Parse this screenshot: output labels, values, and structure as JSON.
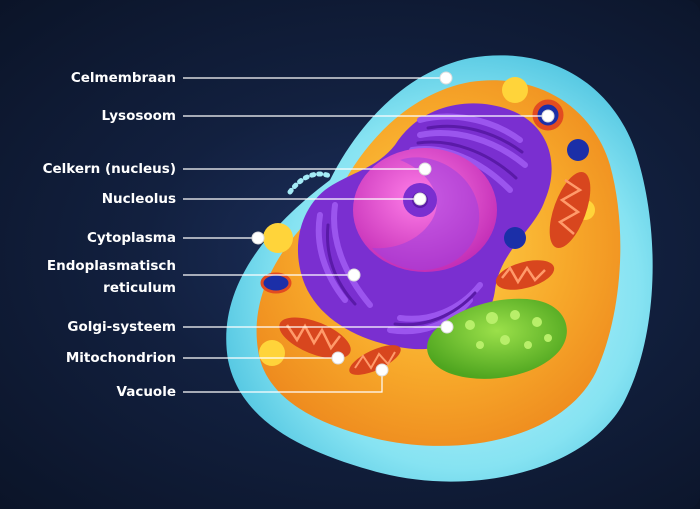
{
  "labels": [
    {
      "key": "celmembraan",
      "text": "Celmembraan"
    },
    {
      "key": "lysosoom",
      "text": "Lysosoom"
    },
    {
      "key": "celkern",
      "text": "Celkern (nucleus)"
    },
    {
      "key": "nucleolus",
      "text": "Nucleolus"
    },
    {
      "key": "cytoplasma",
      "text": "Cytoplasma"
    },
    {
      "key": "er_line1",
      "text": "Endoplasmatisch"
    },
    {
      "key": "er_line2",
      "text": "reticulum"
    },
    {
      "key": "golgi",
      "text": "Golgi-systeem"
    },
    {
      "key": "mitochondrion",
      "text": "Mitochondrion"
    },
    {
      "key": "vacuole",
      "text": "Vacuole"
    }
  ],
  "colors": {
    "background": "#12203f",
    "membrane": "#7fe0f0",
    "cytoplasm": "#f5a623",
    "endoplasmic_reticulum": "#7a2fd0",
    "nucleus": "#e64ad0",
    "nucleolus": "#7a2fd0",
    "golgi": "#6fc630",
    "mitochondrion": "#d8461e",
    "lysosome": "#1b2fa8",
    "vacuole": "#ffd43a",
    "leader_line": "#ffffff"
  }
}
